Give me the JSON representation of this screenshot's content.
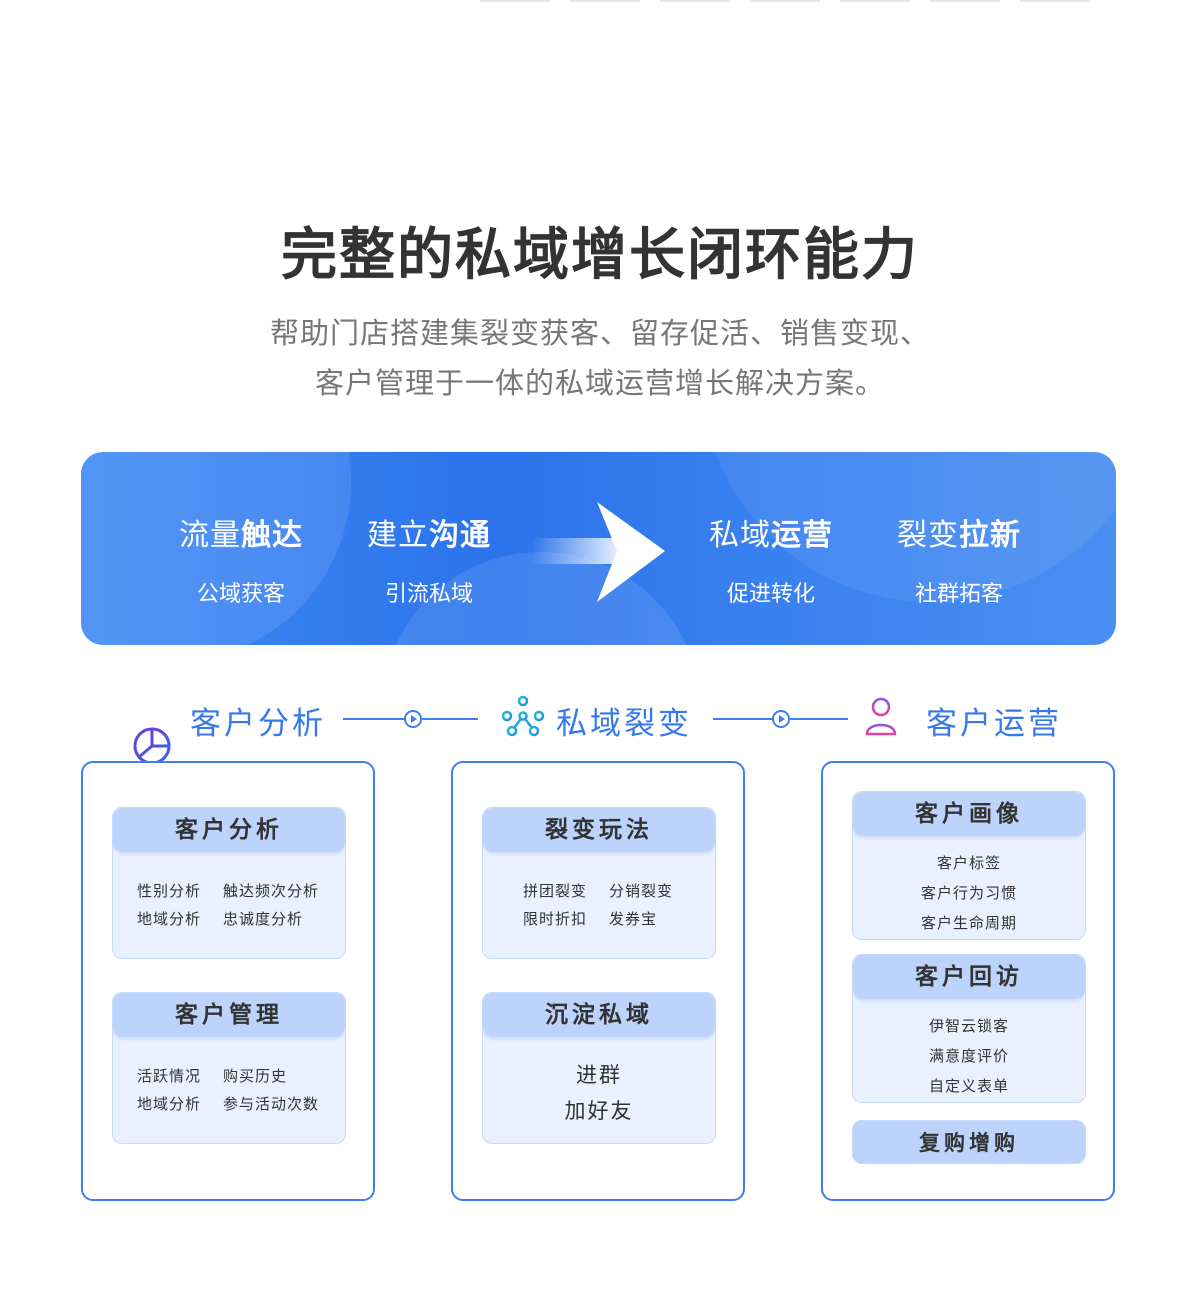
{
  "header": {
    "title": "完整的私域增长闭环能力",
    "subtitle_line1": "帮助门店搭建集裂变获客、留存促活、销售变现、",
    "subtitle_line2": "客户管理于一体的私域运营增长解决方案。"
  },
  "banner": {
    "steps": [
      {
        "title_a": "流量",
        "title_b": "触达",
        "sub": "公域获客"
      },
      {
        "title_a": "建立",
        "title_b": "沟通",
        "sub": "引流私域"
      },
      {
        "title_a": "私域",
        "title_b": "运营",
        "sub": "促进转化"
      },
      {
        "title_a": "裂变",
        "title_b": "拉新",
        "sub": "社群拓客"
      }
    ]
  },
  "stages": [
    {
      "label": "客户分析",
      "icon": "pie-chart-icon"
    },
    {
      "label": "私域裂变",
      "icon": "network-icon"
    },
    {
      "label": "客户运营",
      "icon": "user-list-icon"
    }
  ],
  "columns": {
    "analysis": {
      "card1": {
        "title": "客户分析",
        "items": [
          [
            "性别分析",
            "触达频次分析"
          ],
          [
            "地域分析",
            "忠诚度分析"
          ]
        ]
      },
      "card2": {
        "title": "客户管理",
        "items": [
          [
            "活跃情况",
            "购买历史"
          ],
          [
            "地域分析",
            "参与活动次数"
          ]
        ]
      }
    },
    "fission": {
      "card1": {
        "title": "裂变玩法",
        "items": [
          [
            "拼团裂变",
            "分销裂变"
          ],
          [
            "限时折扣",
            "发券宝"
          ]
        ]
      },
      "card2": {
        "title": "沉淀私域",
        "items": [
          "进群",
          "加好友"
        ]
      }
    },
    "operation": {
      "card1": {
        "title": "客户画像",
        "items": [
          "客户标签",
          "客户行为习惯",
          "客户生命周期"
        ]
      },
      "card2": {
        "title": "客户回访",
        "items": [
          "伊智云锁客",
          "满意度评价",
          "自定义表单"
        ]
      },
      "card3": {
        "title": "复购增购"
      }
    }
  },
  "colors": {
    "primary": "#3479ee",
    "card_bg": "#e9f1ff",
    "card_header": "#bcd3fb"
  }
}
